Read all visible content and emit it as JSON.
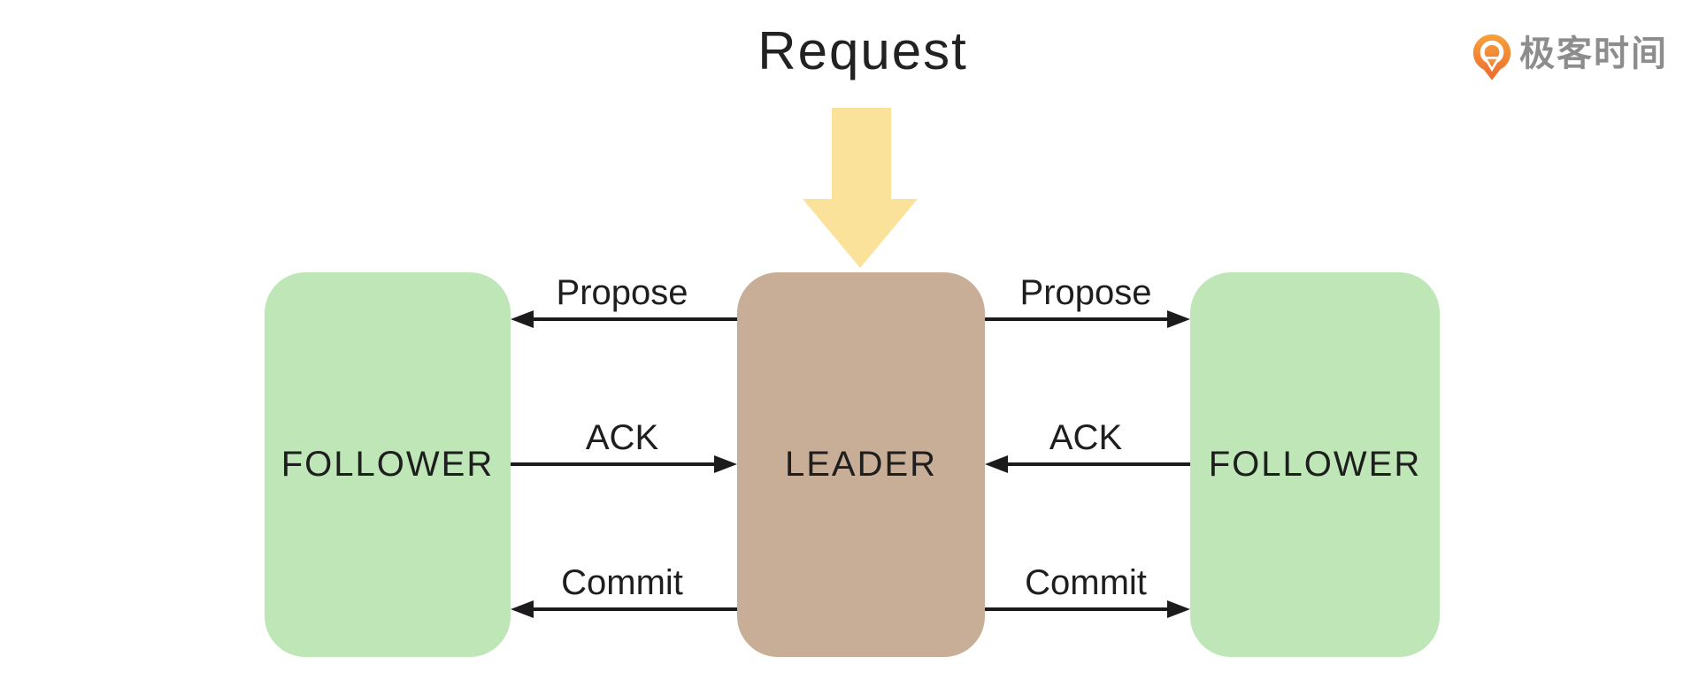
{
  "title": "Request",
  "brand": {
    "logo_text": "极客时间",
    "logo_icon": "geektime-pin-icon"
  },
  "nodes": {
    "follower_left": {
      "label": "FOLLOWER"
    },
    "leader": {
      "label": "LEADER"
    },
    "follower_right": {
      "label": "FOLLOWER"
    }
  },
  "messages": {
    "propose": "Propose",
    "ack": "ACK",
    "commit": "Commit"
  },
  "flows": [
    {
      "from": "leader",
      "to": "follower_left",
      "label": "Propose"
    },
    {
      "from": "follower_left",
      "to": "leader",
      "label": "ACK"
    },
    {
      "from": "leader",
      "to": "follower_left",
      "label": "Commit"
    },
    {
      "from": "leader",
      "to": "follower_right",
      "label": "Propose"
    },
    {
      "from": "follower_right",
      "to": "leader",
      "label": "ACK"
    },
    {
      "from": "leader",
      "to": "follower_right",
      "label": "Commit"
    }
  ],
  "colors": {
    "background": "#ffffff",
    "follower_fill": "#bfe6b7",
    "leader_fill": "#c9ae97",
    "request_arrow_fill": "#fbe29a",
    "line": "#1b1b1b",
    "text": "#1e1e1e",
    "logo_orange_top": "#f7a23b",
    "logo_orange_bottom": "#ec6a2e",
    "logo_text_gray": "#8d8d8d"
  }
}
